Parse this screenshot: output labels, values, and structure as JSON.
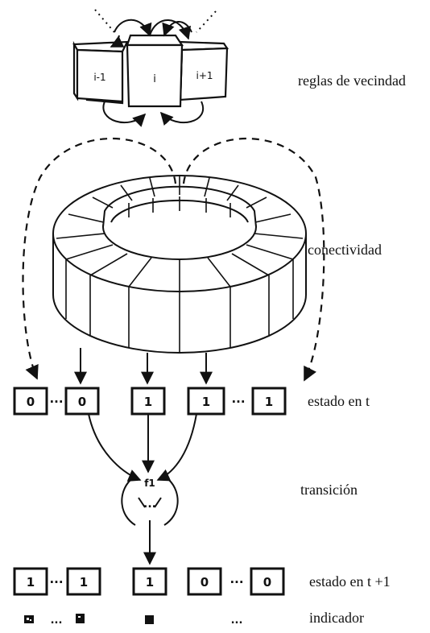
{
  "labels": {
    "neighborhood_rules": "reglas de vecindad",
    "connectivity": "conectividad",
    "state_t": "estado en t",
    "transition": "transición",
    "state_t1": "estado en t +1",
    "indicator": "indicador"
  },
  "cells_top": {
    "left": "i-1",
    "center": "i",
    "right": "i+1"
  },
  "transition_label": "f1",
  "state_t_values": [
    "0",
    "0",
    "1",
    "1",
    "1"
  ],
  "state_t1_values": [
    "1",
    "1",
    "1",
    "0",
    "0"
  ],
  "ellipsis": "...",
  "colors": {
    "ink": "#111111",
    "background": "#ffffff"
  }
}
